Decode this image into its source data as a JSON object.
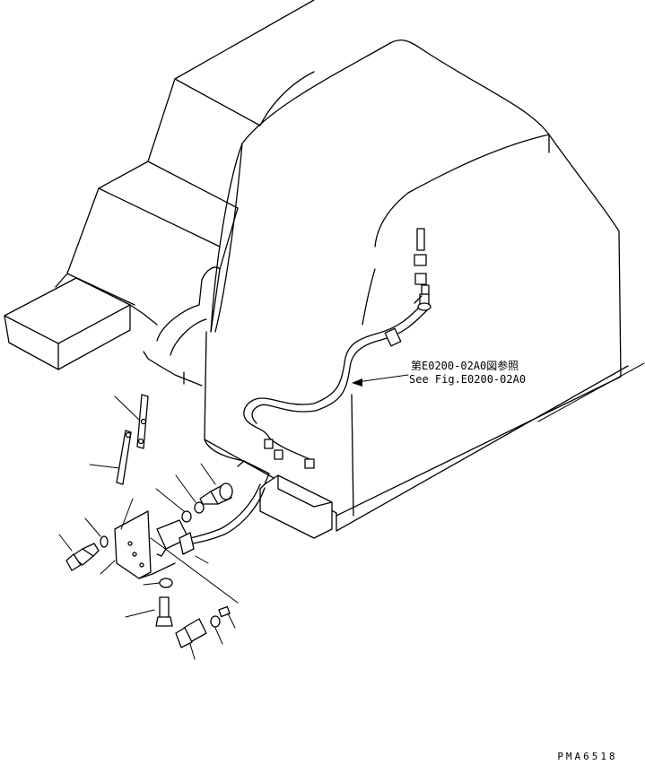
{
  "annotation": {
    "line_ja": "第E0200-02A0図参照",
    "line_en": "See Fig.E0200-02A0"
  },
  "drawing_code": "PMA6518"
}
